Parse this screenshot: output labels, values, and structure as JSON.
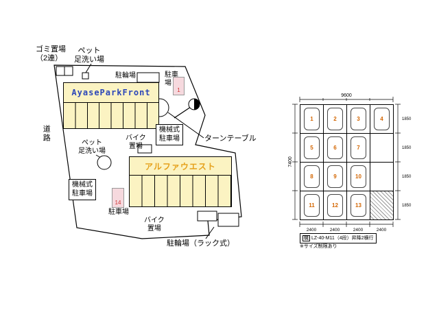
{
  "site": {
    "garbage_label": "ゴミ置場\n（2連）",
    "pet_wash_top": "ペット\n足洗い場",
    "road": "道路",
    "bicycle_top": "駐輪場",
    "building1_name": "AyaseParkFront",
    "parking_top": "駐車場",
    "space1": "1",
    "mech_parking_top": "機械式\n駐車場",
    "turntable": "ターンテーブル",
    "bike_top": "バイク\n置場",
    "pet_wash_mid": "ペット\n足洗い場",
    "building2_name": "アルファウエスト",
    "mech_parking_bottom": "機械式\n駐車場",
    "space14": "14",
    "parking_bottom": "駐車場",
    "bike_bottom": "バイク\n置場",
    "bicycle_rack": "駐輪場（ラック式）"
  },
  "mech": {
    "pallets": [
      "1",
      "2",
      "3",
      "4",
      "5",
      "6",
      "7",
      "8",
      "9",
      "10",
      "11",
      "12",
      "13"
    ],
    "dims": {
      "width_total": "9600",
      "col": "2400",
      "height_total": "7400",
      "row": "1850"
    },
    "model_prefix": "機",
    "model": "LZ-40-M11（4段）昇降2横行",
    "note": "※サイズ制限あり"
  },
  "colors": {
    "building_fill": "#FBF3C2",
    "stall_pink": "#F6D9DE",
    "name_blue": "#2B46B8",
    "name_orange": "#E5A11C",
    "number_red": "#CC3333",
    "pallet_number_orange": "#D36500"
  }
}
